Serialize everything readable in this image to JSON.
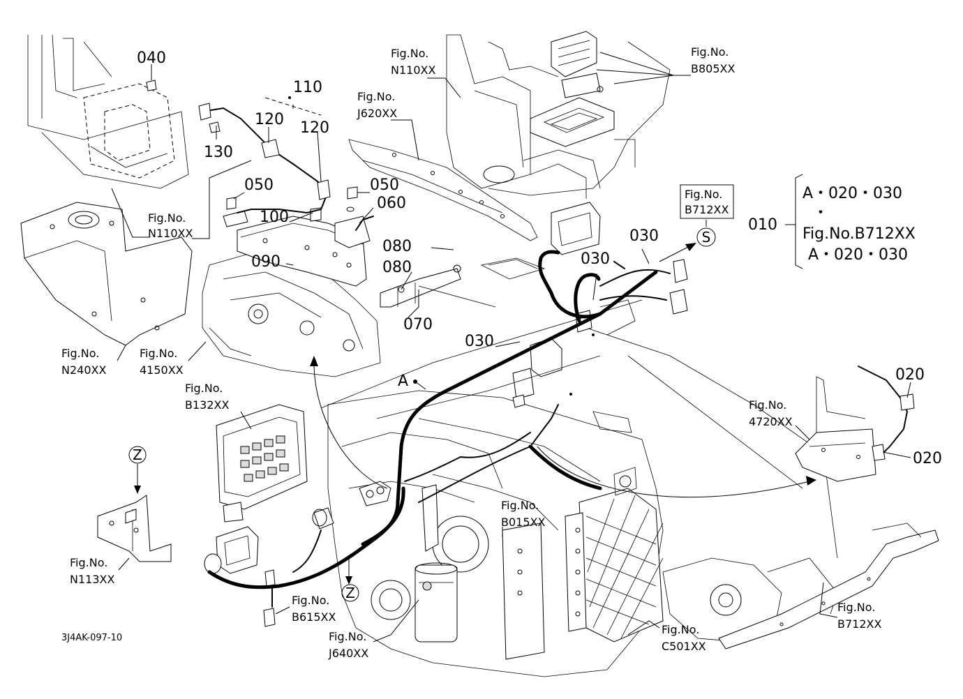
{
  "parts": {
    "p040": "040",
    "p110": "110",
    "p120a": "120",
    "p120b": "120",
    "p130": "130",
    "p050a": "050",
    "p050b": "050",
    "p060": "060",
    "p100": "100",
    "p090": "090",
    "p080a": "080",
    "p080b": "080",
    "p070": "070",
    "p030a": "030",
    "p030b": "030",
    "p030c": "030",
    "p020a": "020",
    "p020b": "020",
    "p010": "010",
    "pA": "A"
  },
  "figrefs": {
    "fig_label": "Fig.No.",
    "n110_top": "N110XX",
    "j620": "J620XX",
    "b805": "B805XX",
    "b712_box": "B712XX",
    "n110_left": "N110XX",
    "n240": "N240XX",
    "f4150": "4150XX",
    "b132": "B132XX",
    "n113": "N113XX",
    "b615": "B615XX",
    "j640": "J640XX",
    "b015": "B015XX",
    "c501": "C501XX",
    "b712_bottom": "B712XX",
    "f4720": "4720XX"
  },
  "bracket": {
    "line1": "A・020・030",
    "line2": "・",
    "line3": "Fig.No.B712XX",
    "line4": "A・020・030"
  },
  "markers": {
    "s": "S",
    "z_top": "Z",
    "z_bottom": "Z"
  },
  "drawing_code": "3J4AK-097-10"
}
